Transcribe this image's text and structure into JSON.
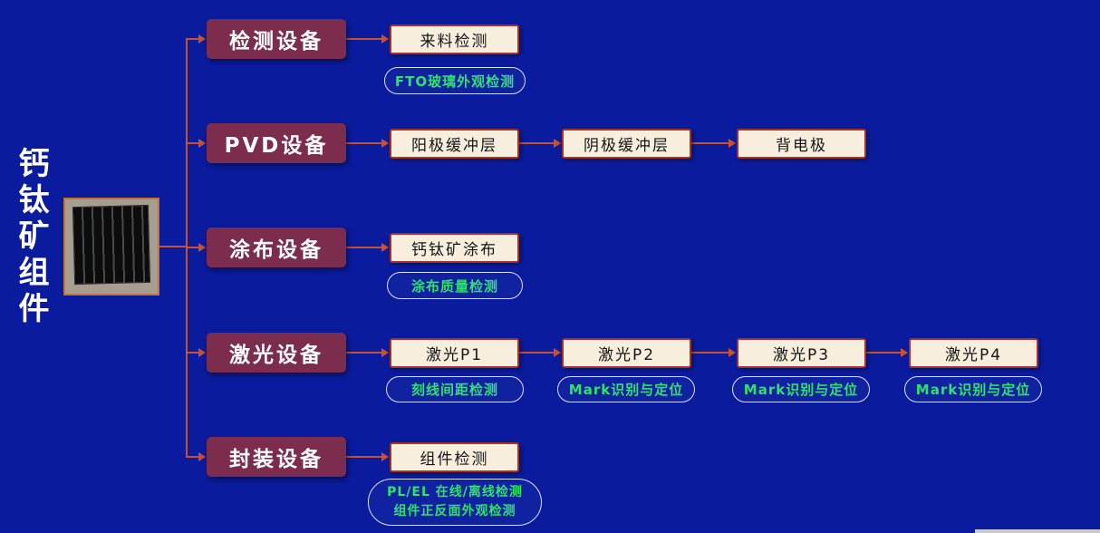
{
  "diagram": {
    "vertical_title": "钙钛矿组件"
  },
  "colors": {
    "background": "#0a1b9e",
    "category_bg": "#7c2d4e",
    "process_bg": "#f7eedd",
    "process_border": "#a93226",
    "arrow": "#c9512e",
    "pill_text": "#2fe26a",
    "pill_border": "#d9e2ff"
  },
  "rows": [
    {
      "category": "检测设备",
      "steps": [
        "来料检测"
      ],
      "checks": [
        "FTO玻璃外观检测"
      ]
    },
    {
      "category": "PVD设备",
      "steps": [
        "阳极缓冲层",
        "阴极缓冲层",
        "背电极"
      ],
      "checks": []
    },
    {
      "category": "涂布设备",
      "steps": [
        "钙钛矿涂布"
      ],
      "checks": [
        "涂布质量检测"
      ]
    },
    {
      "category": "激光设备",
      "steps": [
        "激光P1",
        "激光P2",
        "激光P3",
        "激光P4"
      ],
      "checks": [
        "刻线间距检测",
        "Mark识别与定位",
        "Mark识别与定位",
        "Mark识别与定位"
      ]
    },
    {
      "category": "封装设备",
      "steps": [
        "组件检测"
      ],
      "checks": [
        "PL/EL 在线/离线检测",
        "组件正反面外观检测"
      ]
    }
  ]
}
